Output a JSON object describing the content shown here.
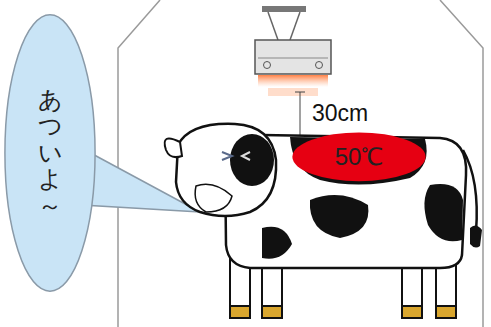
{
  "diagram": {
    "nodes": [
      {
        "text": [
          "あついよ～"
        ]
      },
      {
        "text": [
          "50℃"
        ]
      }
    ],
    "labels": [
      "30cm"
    ]
  }
}
